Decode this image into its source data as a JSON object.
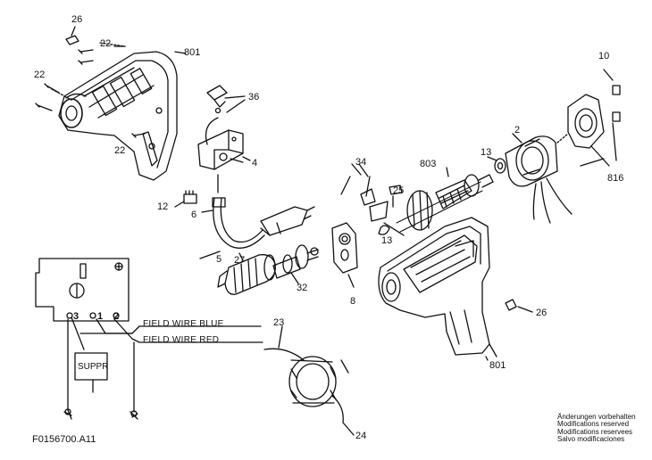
{
  "diagram": {
    "part_labels": {
      "p26_top": "26",
      "p22_top": "22",
      "p801_top": "801",
      "p22_left": "22",
      "p22_mid": "22",
      "p36": "36",
      "p4": "4",
      "p12": "12",
      "p6": "6",
      "p5": "5",
      "p27": "27",
      "p32": "32",
      "p8": "8",
      "p34": "34",
      "p25": "25",
      "p13_low": "13",
      "p803": "803",
      "p13_up": "13",
      "p2": "2",
      "p10": "10",
      "p816": "816",
      "p26_bottom": "26",
      "p801_bottom": "801",
      "p23": "23",
      "p24": "24"
    },
    "wiring": {
      "field_wire_blue": "FIELD WIRE BLUE",
      "field_wire_red": "FIELD WIRE RED",
      "terminal_3": "3",
      "terminal_1": "1",
      "terminal_2": "2",
      "suppressor": "SUPPR"
    },
    "drawing_code": "F0156700.A11",
    "notes": [
      "Änderungen vorbehalten",
      "Modifications reserved",
      "Modifications reservees",
      "Salvo modificaciones"
    ]
  }
}
